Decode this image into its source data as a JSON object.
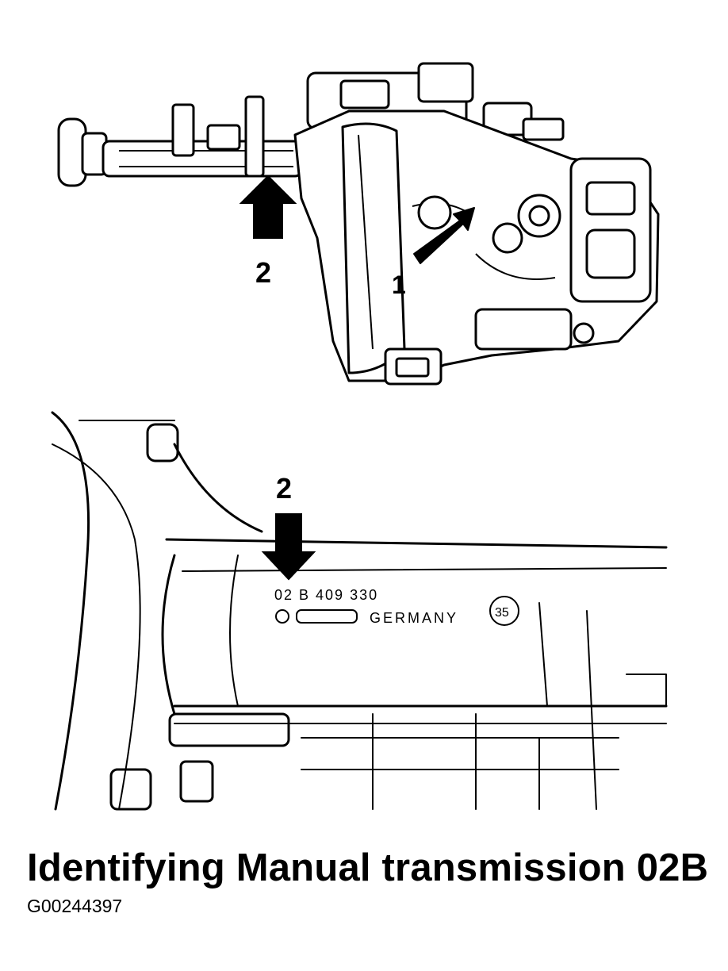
{
  "figure": {
    "top_view": {
      "callout_1": "1",
      "callout_2": "2"
    },
    "detail_view": {
      "callout_2": "2",
      "stamp_code": "02 B  409  330",
      "stamp_origin": "GERMANY",
      "stamp_mark": "35"
    }
  },
  "caption": {
    "title": "Identifying Manual transmission 02B",
    "image_id": "G00244397"
  }
}
